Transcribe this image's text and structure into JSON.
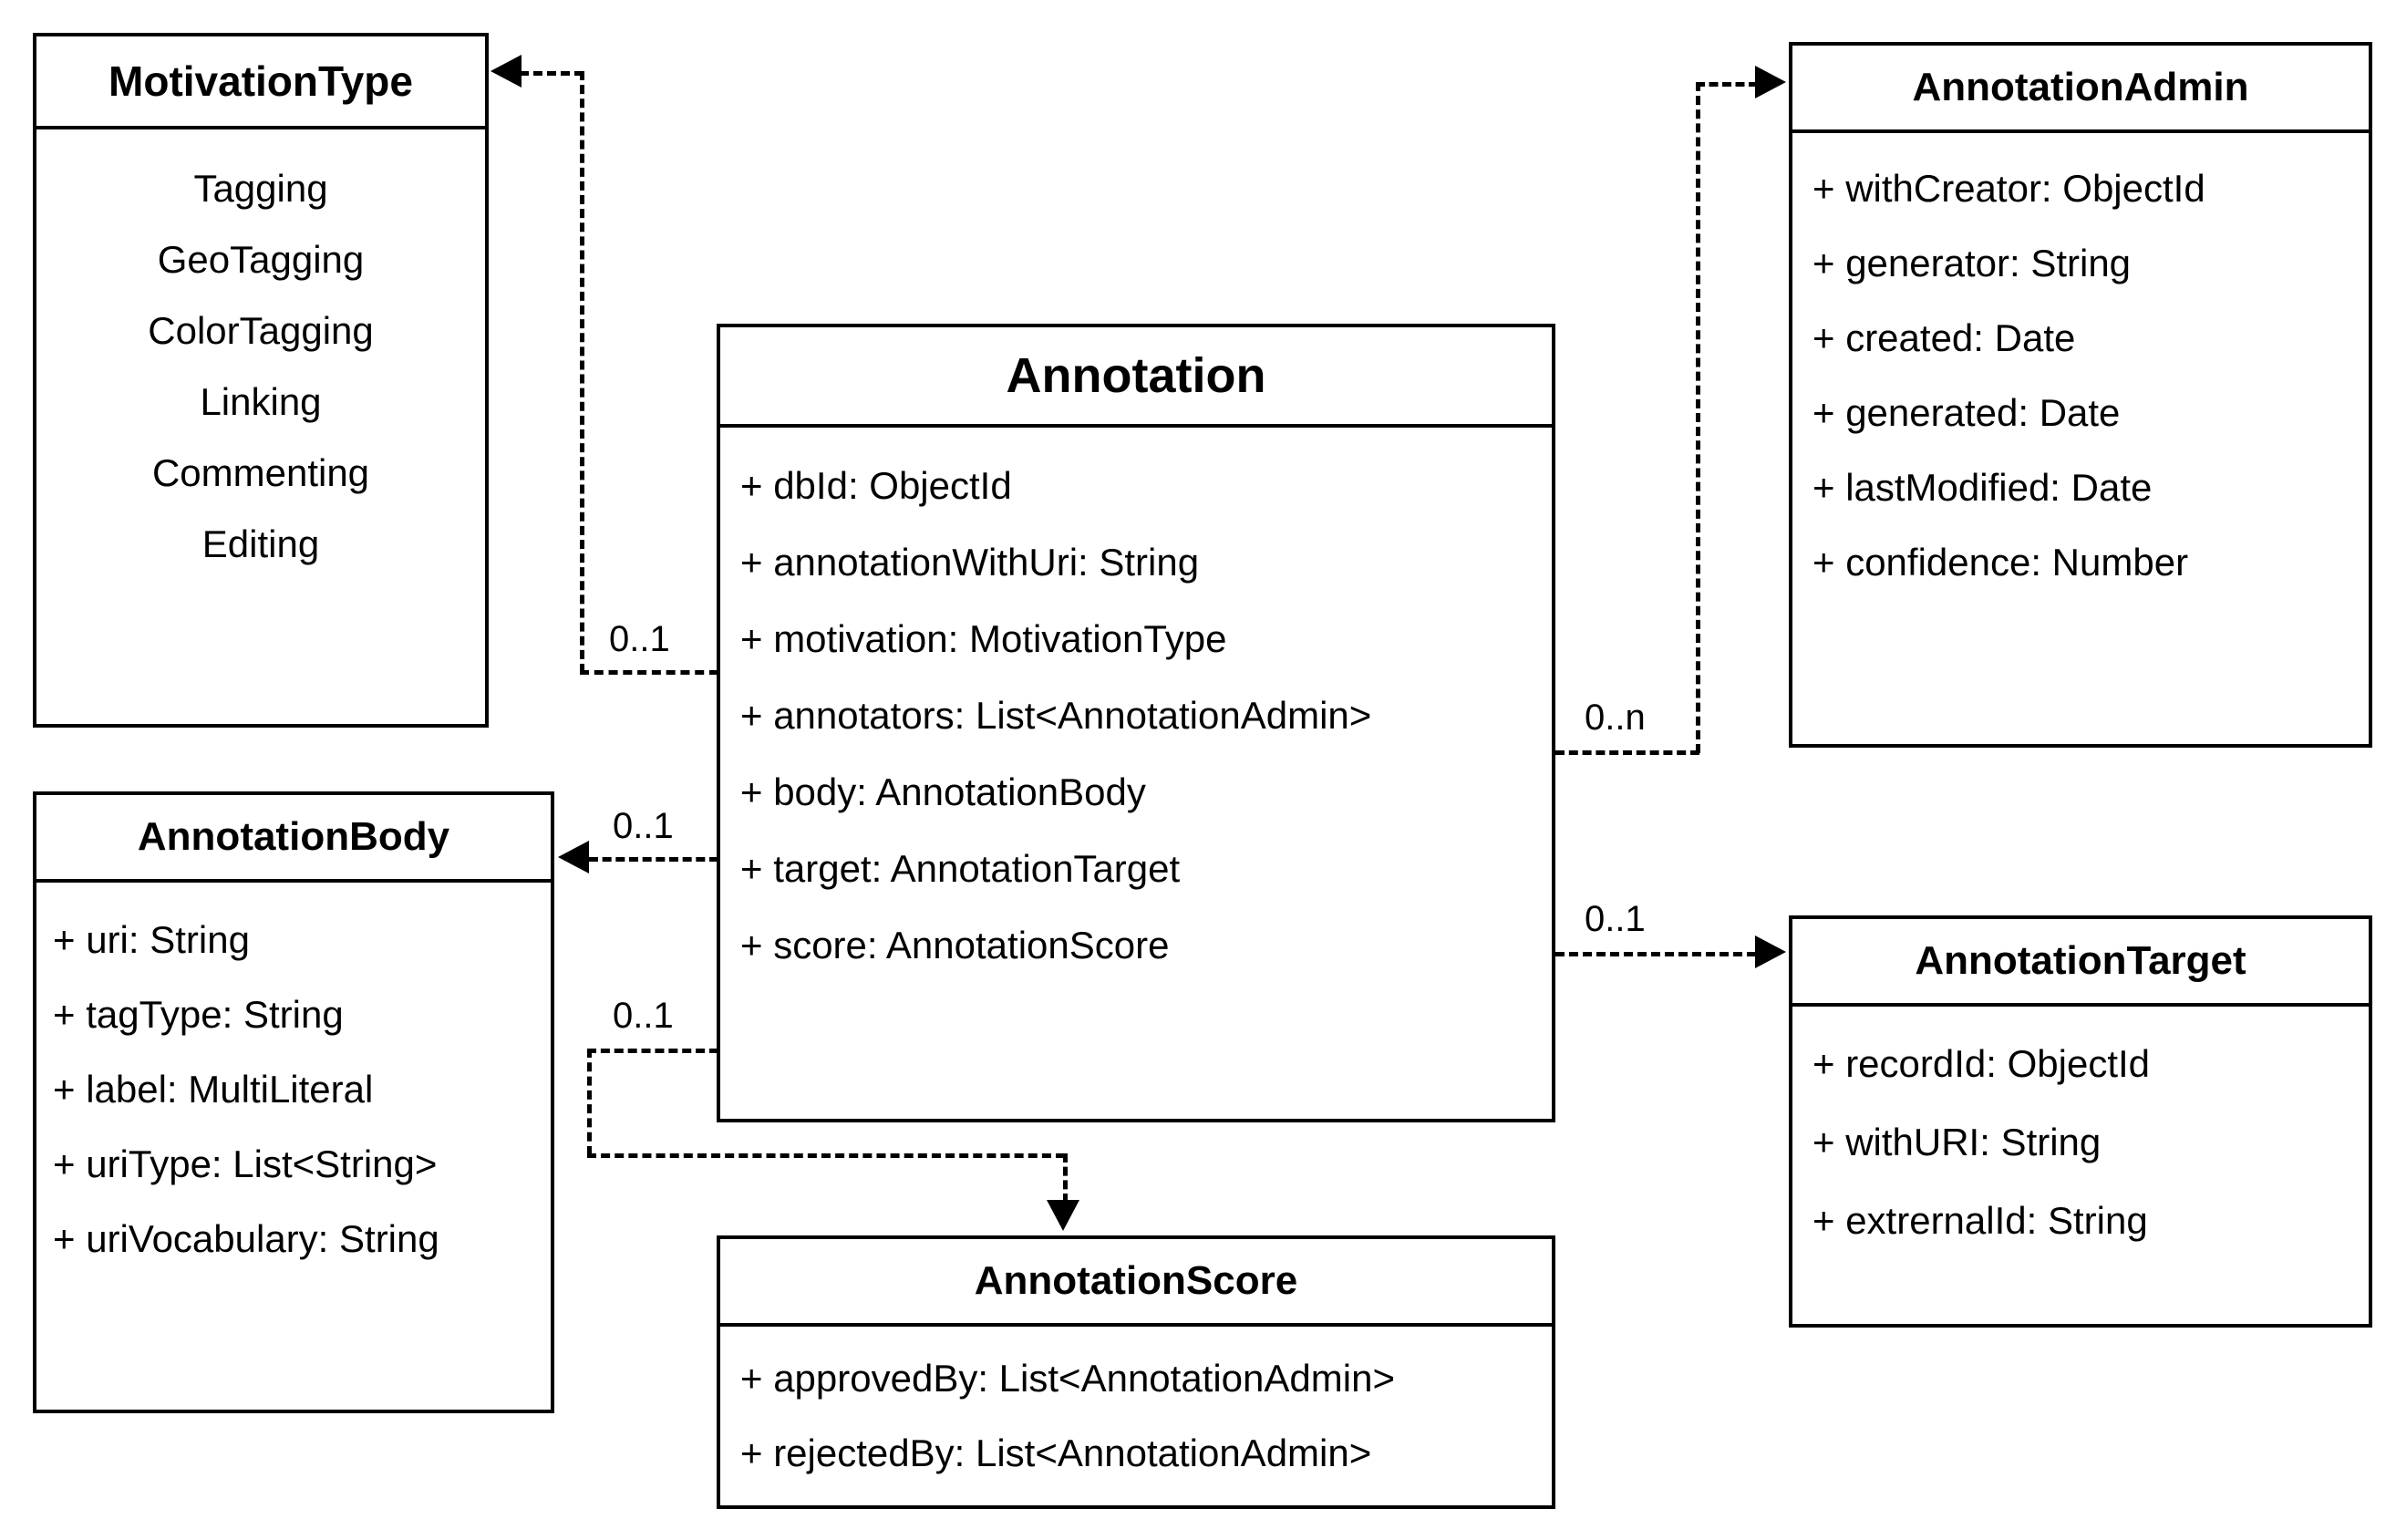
{
  "diagram": {
    "title": "Annotation UML class diagram",
    "type": "uml-class-diagram",
    "background": "#ffffff",
    "line_color": "#000000"
  },
  "classes": {
    "motivation_type": {
      "name": "MotivationType",
      "attributes": [
        "Tagging",
        "GeoTagging",
        "ColorTagging",
        "Linking",
        "Commenting",
        "Editing"
      ]
    },
    "annotation_body": {
      "name": "AnnotationBody",
      "attributes": [
        "+ uri: String",
        "+ tagType: String",
        "+ label: MultiLiteral",
        "+ uriType: List<String>",
        "+ uriVocabulary: String"
      ]
    },
    "annotation": {
      "name": "Annotation",
      "attributes": [
        "+ dbId: ObjectId",
        "+ annotationWithUri: String",
        "+ motivation: MotivationType",
        "+ annotators: List<AnnotationAdmin>",
        "+ body: AnnotationBody",
        "+ target: AnnotationTarget",
        "+ score: AnnotationScore"
      ]
    },
    "annotation_score": {
      "name": "AnnotationScore",
      "attributes": [
        "+ approvedBy: List<AnnotationAdmin>",
        "+ rejectedBy: List<AnnotationAdmin>"
      ]
    },
    "annotation_admin": {
      "name": "AnnotationAdmin",
      "attributes": [
        "+ withCreator: ObjectId",
        "+ generator: String",
        "+ created: Date",
        "+ generated: Date",
        "+ lastModified: Date",
        "+ confidence: Number"
      ]
    },
    "annotation_target": {
      "name": "AnnotationTarget",
      "attributes": [
        "+ recordId: ObjectId",
        "+ withURI: String",
        "+ extrernalId: String"
      ]
    }
  },
  "relationships": [
    {
      "id": "motivation",
      "from": "annotation",
      "to": "motivation_type",
      "multiplicity": "0..1",
      "style": "dashed",
      "arrow": "open-left"
    },
    {
      "id": "annotators",
      "from": "annotation",
      "to": "annotation_admin",
      "multiplicity": "0..n",
      "style": "dashed",
      "arrow": "filled-right"
    },
    {
      "id": "body",
      "from": "annotation",
      "to": "annotation_body",
      "multiplicity": "0..1",
      "style": "dashed",
      "arrow": "open-left"
    },
    {
      "id": "target",
      "from": "annotation",
      "to": "annotation_target",
      "multiplicity": "0..1",
      "style": "dashed",
      "arrow": "filled-right"
    },
    {
      "id": "score",
      "from": "annotation",
      "to": "annotation_score",
      "multiplicity": "0..1",
      "style": "dashed",
      "arrow": "filled-down"
    }
  ]
}
